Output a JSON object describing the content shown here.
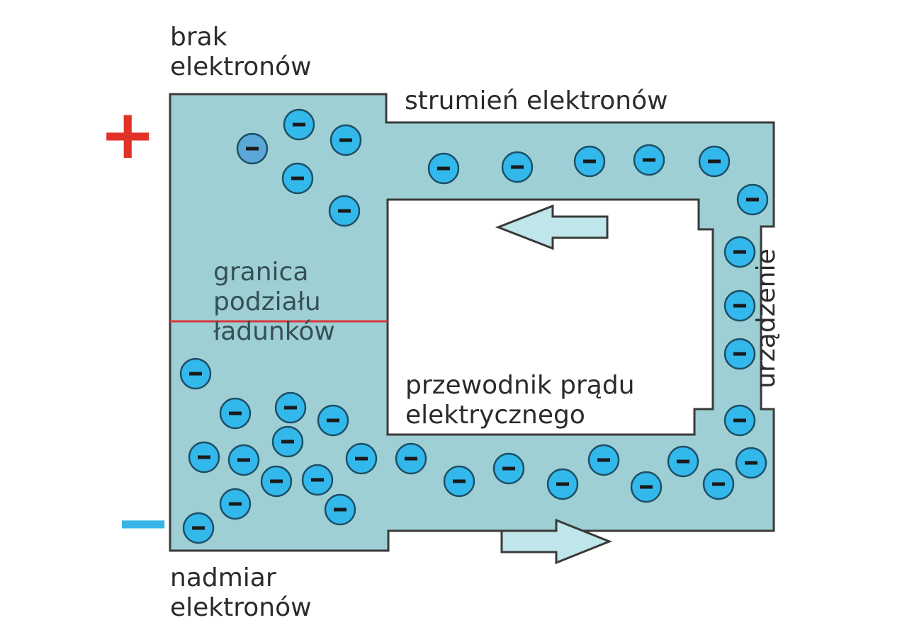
{
  "labels": {
    "top_left": [
      "brak",
      "elektronów"
    ],
    "stream": "strumień elektronów",
    "boundary": [
      "granica",
      "podziału",
      "ładunków"
    ],
    "conductor": [
      "przewodnik prądu",
      "elektrycznego"
    ],
    "bottom_left": [
      "nadmiar",
      "elektronów"
    ],
    "device": "urządzenie"
  },
  "signs": {
    "positive": "+",
    "negative": "−"
  },
  "colors": {
    "body_fill": "#9ecfd4",
    "outline": "#3a3a3a",
    "electron_fill": "#33b8ec",
    "electron_outline": "#1d4f66",
    "boundary_line": "#d8373b",
    "arrow_fill": "#bfe6ea",
    "plus": "#e03328",
    "minus": "#38b4e6"
  },
  "electron": {
    "symbol": "−",
    "icon": "electron-icon"
  }
}
